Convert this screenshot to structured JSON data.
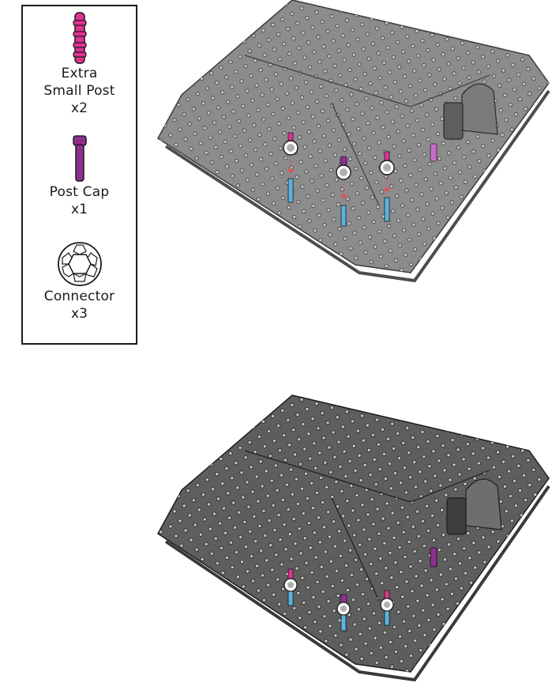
{
  "legend": {
    "parts": [
      {
        "name_line1": "Extra",
        "name_line2": "Small Post",
        "qty": "x2",
        "icon": "extra-small-post-icon",
        "color": "#e0338f"
      },
      {
        "name_line1": "Post Cap",
        "name_line2": "",
        "qty": "x1",
        "icon": "post-cap-icon",
        "color": "#8e2f8f"
      },
      {
        "name_line1": "Connector",
        "name_line2": "",
        "qty": "x3",
        "icon": "connector-icon",
        "color": "#ffffff"
      }
    ]
  },
  "colors": {
    "board": "#8c8c8c",
    "board_edge": "#4d4d4d",
    "hole": "#c8c8c8",
    "small_post": "#e0338f",
    "post_cap": "#8e2f8f",
    "blue_post": "#5ab4e0",
    "arrow": "#e8504f"
  }
}
